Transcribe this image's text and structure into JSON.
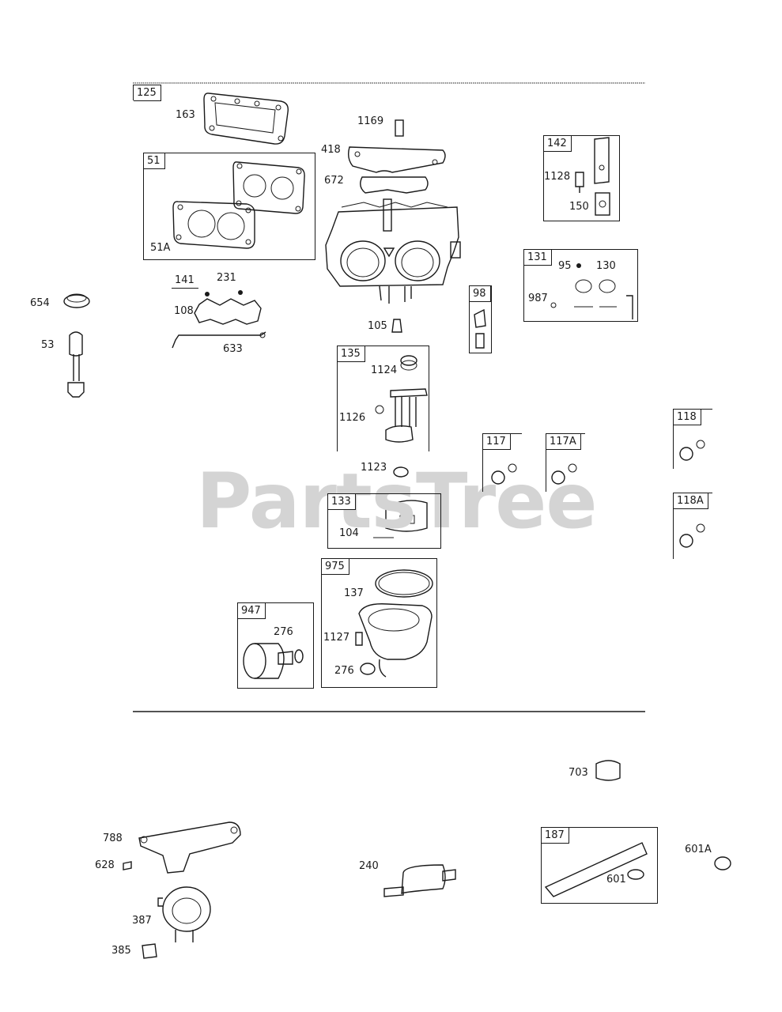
{
  "watermark": "PartsTree",
  "labels": {
    "l125": "125",
    "l163": "163",
    "l51": "51",
    "l51A": "51A",
    "l141": "141",
    "l231": "231",
    "l108": "108",
    "l633": "633",
    "l654": "654",
    "l53": "53",
    "l1169": "1169",
    "l418": "418",
    "l672": "672",
    "l105": "105",
    "l142": "142",
    "l1128": "1128",
    "l150": "150",
    "l131": "131",
    "l95": "95",
    "l130": "130",
    "l987": "987",
    "l98": "98",
    "l135": "135",
    "l1124": "1124",
    "l1126": "1126",
    "l1123": "1123",
    "l117": "117",
    "l117A": "117A",
    "l118": "118",
    "l118A": "118A",
    "l133": "133",
    "l104": "104",
    "l975": "975",
    "l137": "137",
    "l1127": "1127",
    "l276b": "276",
    "l947": "947",
    "l276a": "276",
    "l703": "703",
    "l788": "788",
    "l628": "628",
    "l387": "387",
    "l385": "385",
    "l240": "240",
    "l187": "187",
    "l601": "601",
    "l601A": "601A"
  }
}
